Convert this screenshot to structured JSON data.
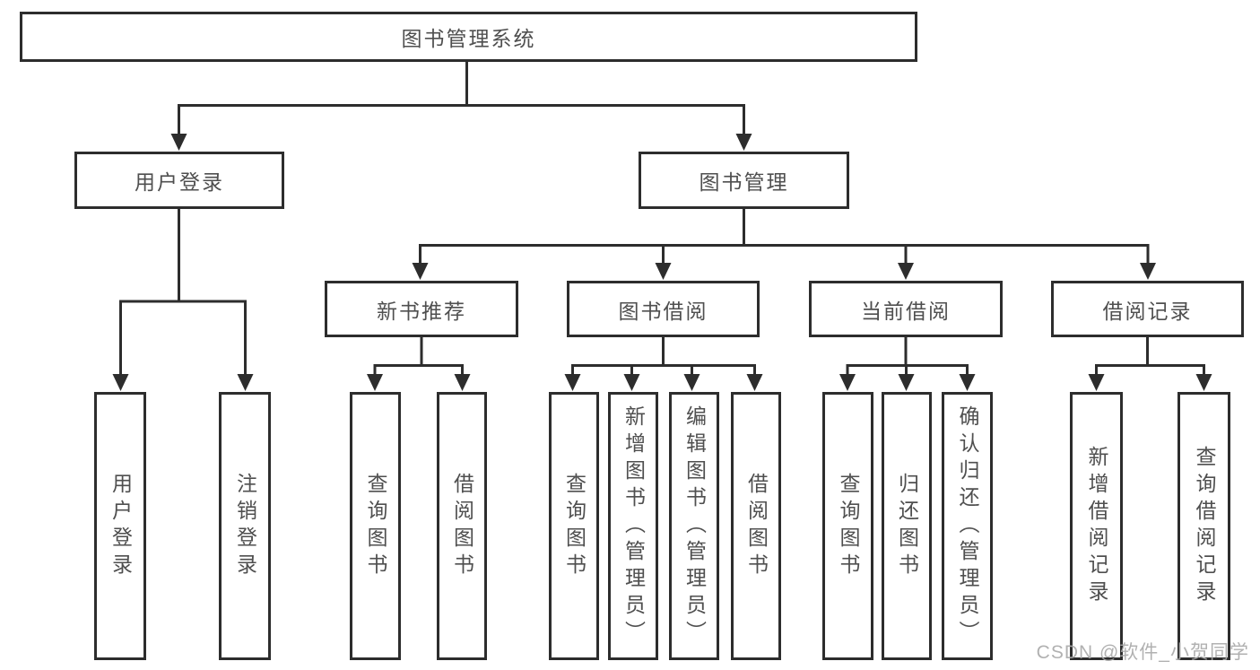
{
  "diagram": {
    "root": {
      "label": "图书管理系统"
    },
    "level2": [
      {
        "label": "用户登录"
      },
      {
        "label": "图书管理"
      }
    ],
    "level3": [
      {
        "label": "新书推荐"
      },
      {
        "label": "图书借阅"
      },
      {
        "label": "当前借阅"
      },
      {
        "label": "借阅记录"
      }
    ],
    "leaves": [
      {
        "label": "用户登录"
      },
      {
        "label": "注销登录"
      },
      {
        "label": "查询图书"
      },
      {
        "label": "借阅图书"
      },
      {
        "label": "查询图书"
      },
      {
        "label": "新增图书（管理员）"
      },
      {
        "label": "编辑图书（管理员）"
      },
      {
        "label": "借阅图书"
      },
      {
        "label": "查询图书"
      },
      {
        "label": "归还图书"
      },
      {
        "label": "确认归还（管理员）"
      },
      {
        "label": "新增借阅记录"
      },
      {
        "label": "查询借阅记录"
      }
    ]
  },
  "watermark": {
    "text": "CSDN @软件_小贺同学"
  },
  "colors": {
    "line": "#2d2d2d",
    "text": "#4f4f4f",
    "watermark": "#a8a8a8",
    "background": "#ffffff"
  }
}
